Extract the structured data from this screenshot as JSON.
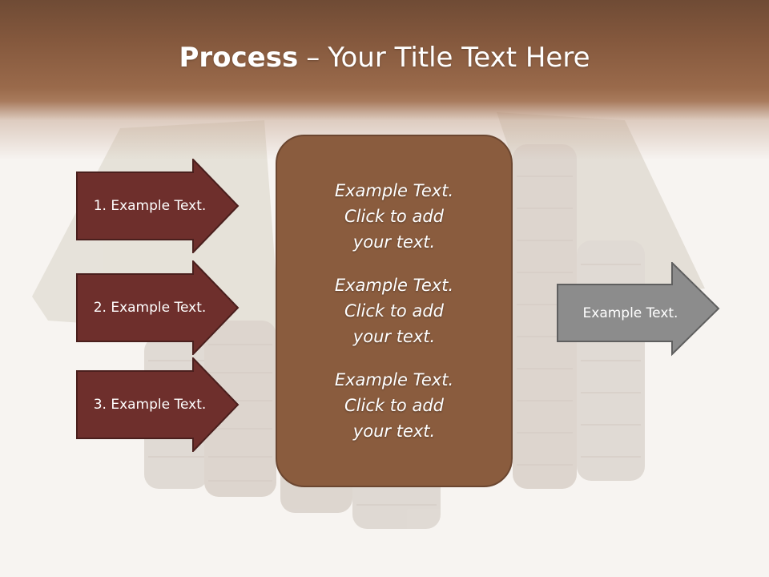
{
  "title": {
    "bold": "Process",
    "separator": "–",
    "rest": "Your Title Text Here"
  },
  "left_arrows": [
    {
      "label": "1. Example Text."
    },
    {
      "label": "2. Example Text."
    },
    {
      "label": "3. Example Text."
    }
  ],
  "center_blocks": [
    {
      "lines": [
        "Example Text.",
        "Click  to add",
        "your text."
      ]
    },
    {
      "lines": [
        "Example Text.",
        "Click  to add",
        "your text."
      ]
    },
    {
      "lines": [
        "Example Text.",
        "Click  to add",
        "your text."
      ]
    }
  ],
  "right_arrow": {
    "label": "Example Text."
  },
  "colors": {
    "left_arrow_fill": "#6e2f2c",
    "center_fill": "#8a5c3e",
    "right_arrow_fill": "#8c8c8c",
    "header_brown": "#84583d"
  }
}
